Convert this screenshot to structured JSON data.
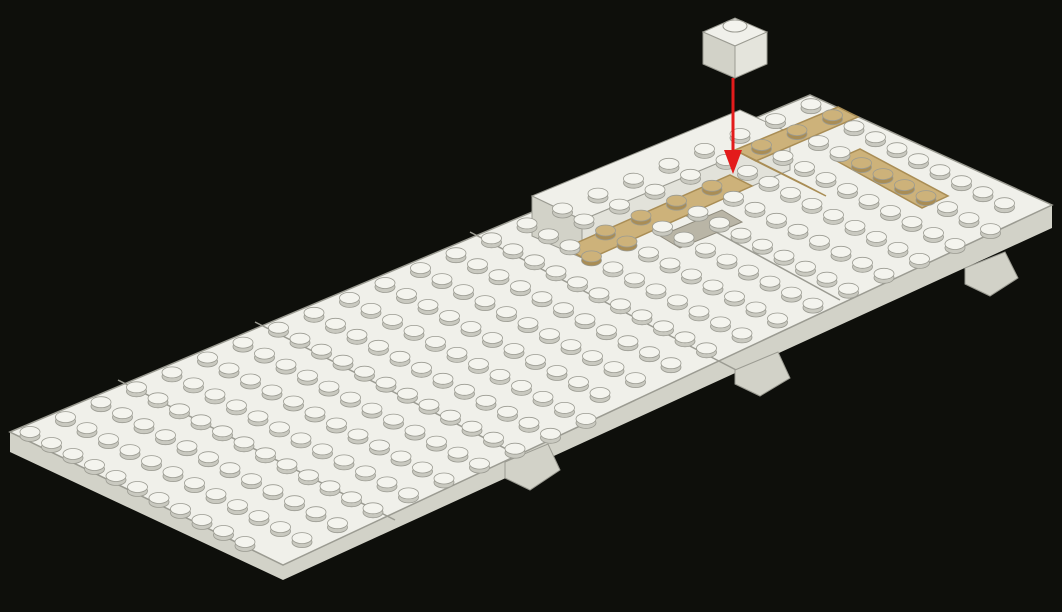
{
  "scene": {
    "title": "",
    "colors": {
      "background": "#0e0f0b",
      "plate_top": "#f0f0ea",
      "plate_side": "#d2d2c8",
      "plate_edge": "#9b9b92",
      "stud_top": "#f4f4ee",
      "stud_side": "#c9c9c0",
      "tan_top": "#cdb27a",
      "tan_side": "#a98d55",
      "shadow": "#1a1a16",
      "arrow": "#e31b1b"
    },
    "icons": [
      "loose-white-brick",
      "placement-arrow",
      "tan-tile-strips",
      "white-base-plates"
    ]
  }
}
